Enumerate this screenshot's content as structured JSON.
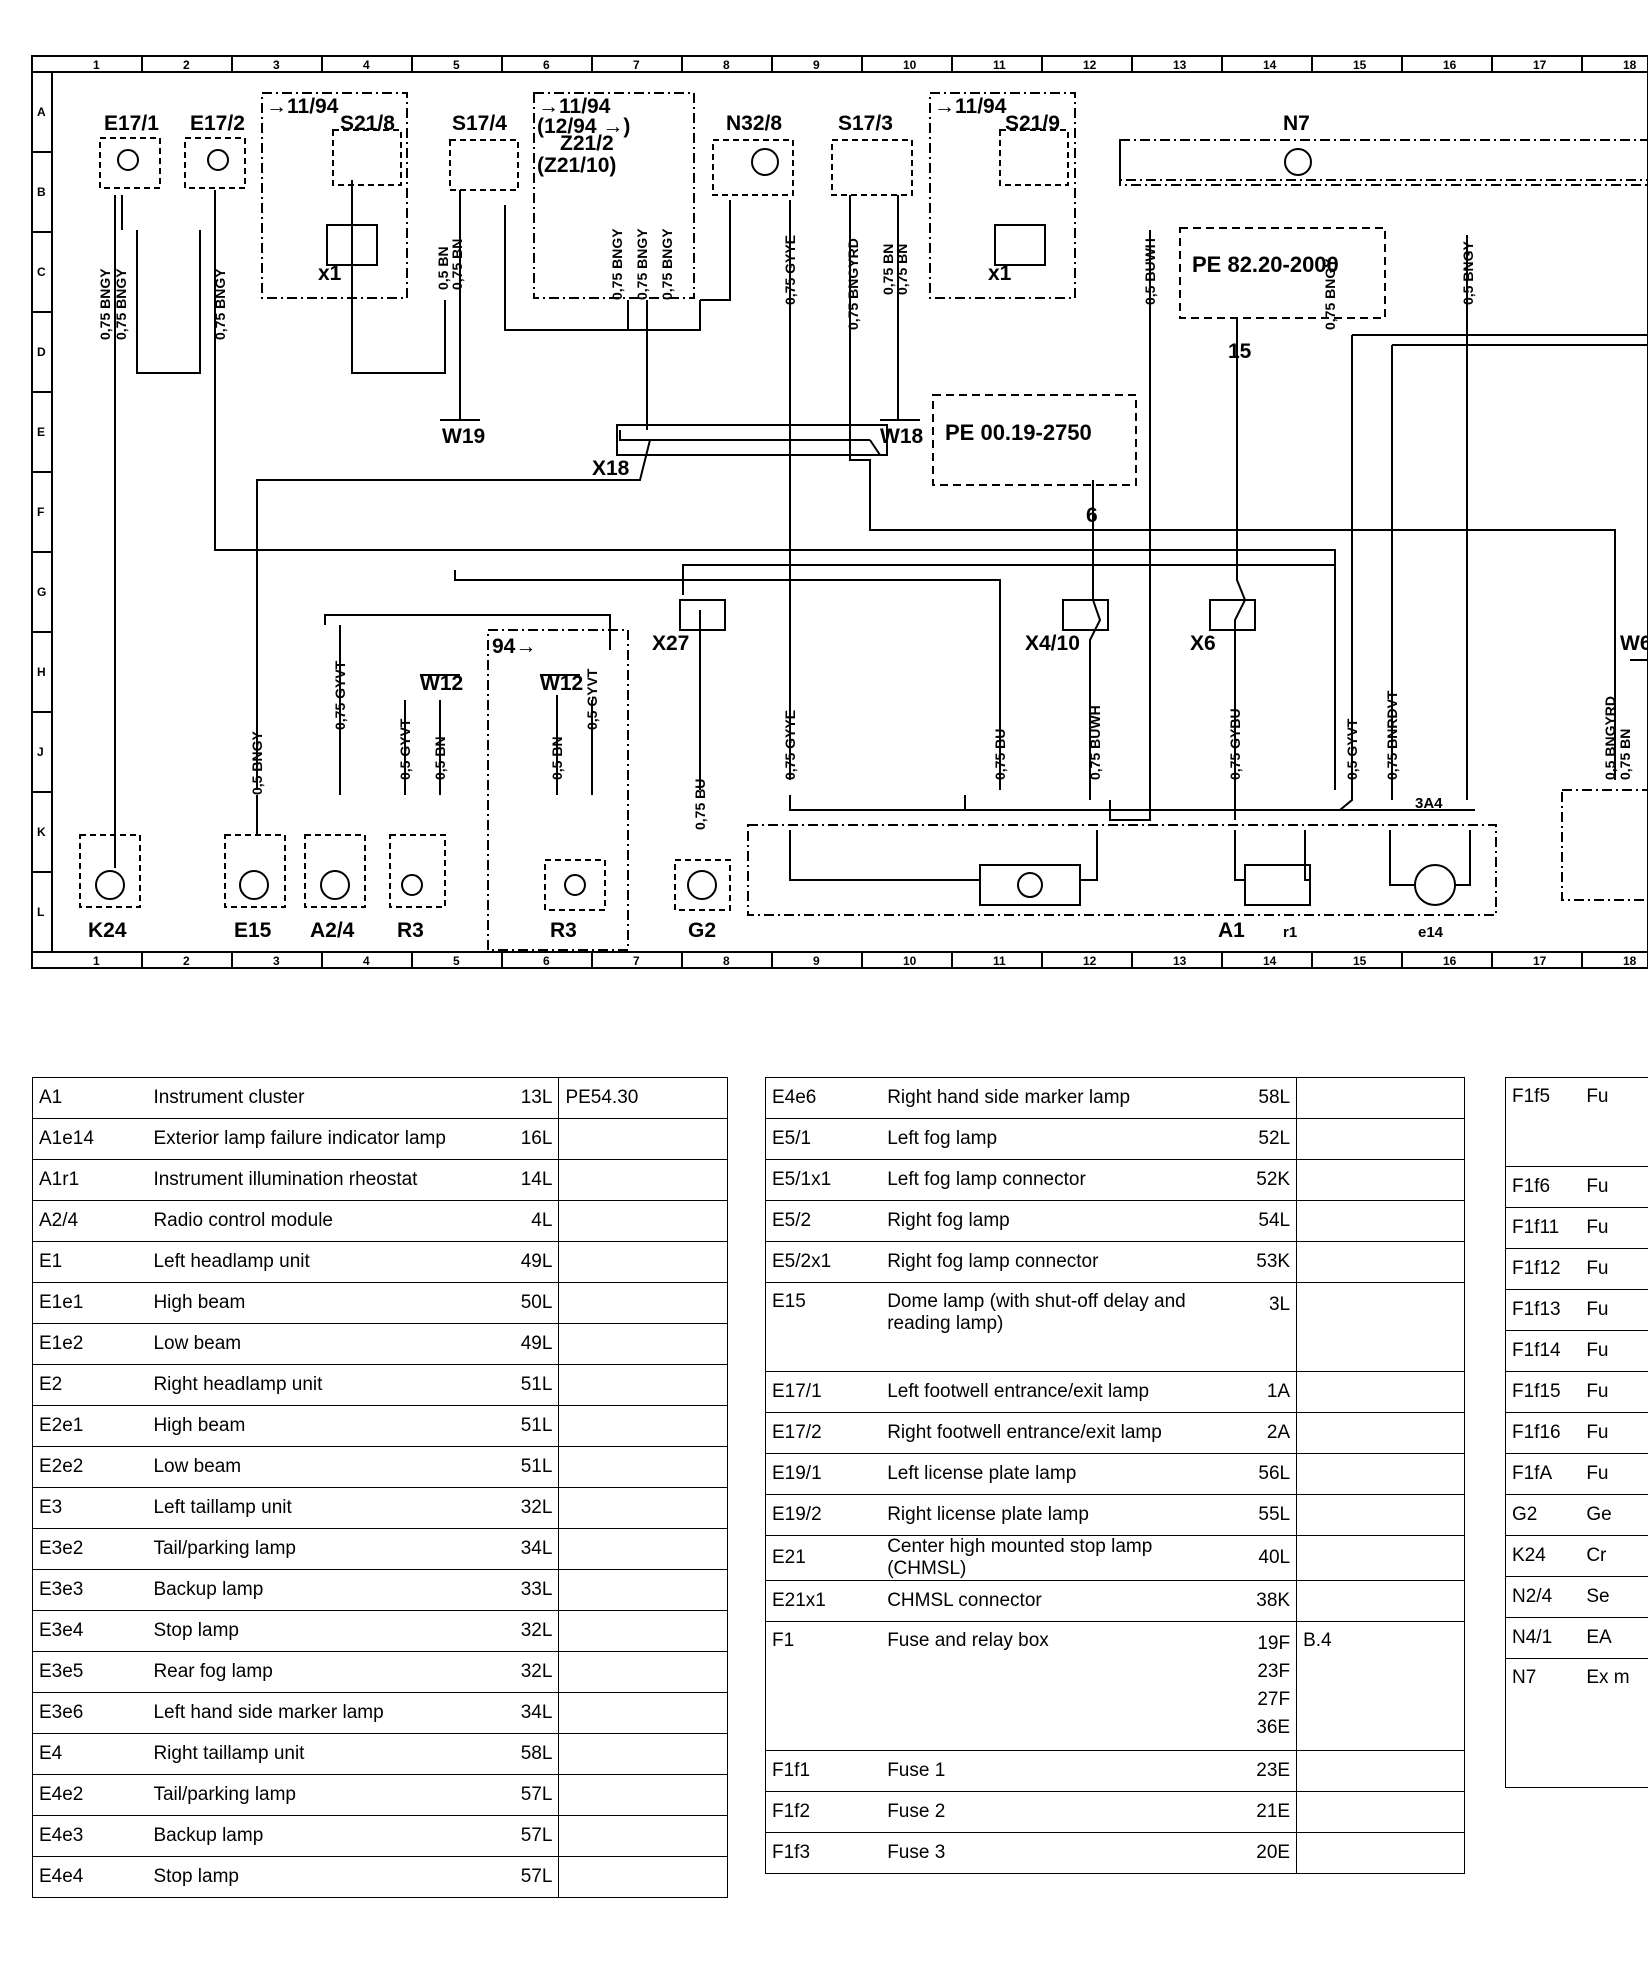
{
  "grid": {
    "columns": [
      "1",
      "2",
      "3",
      "4",
      "5",
      "6",
      "7",
      "8",
      "9",
      "10",
      "11",
      "12",
      "13",
      "14",
      "15",
      "16",
      "17",
      "18"
    ],
    "rows": [
      "A",
      "B",
      "C",
      "D",
      "E",
      "F",
      "G",
      "H",
      "J",
      "K",
      "L"
    ]
  },
  "components": {
    "e17_1": "E17/1",
    "e17_2": "E17/2",
    "s21_8": "S21/8",
    "s17_4": "S17/4",
    "z21_2": "Z21/2",
    "z21_10": "(Z21/10)",
    "n32_8": "N32/8",
    "s17_3": "S17/3",
    "s21_9": "S21/9",
    "n7": "N7",
    "w19": "W19",
    "x18": "X18",
    "w18": "W18",
    "x27": "X27",
    "x4_10": "X4/10",
    "x6": "X6",
    "w12a": "W12",
    "w12b": "W12",
    "w6": "W6",
    "k24": "K24",
    "e15": "E15",
    "a2_4": "A2/4",
    "r3a": "R3",
    "r3b": "R3",
    "g2": "G2",
    "a1": "A1",
    "r1": "r1",
    "e14": "e14",
    "a4": "3A4",
    "x1a": "x1",
    "x1b": "x1"
  },
  "date_notes": {
    "n1": "→11/94",
    "n2": "→11/94",
    "n3": "(12/94 →)",
    "n4": "→11/94",
    "n5": "94→"
  },
  "references": {
    "ref1": "PE 82.20-2000",
    "ref2": "PE 00.19-2750",
    "ref1_pin": "15",
    "ref2_pin": "6"
  },
  "wires": {
    "w_bngy1": "0,75 BNGY",
    "w_bngy2": "0,75 BNGY",
    "w_bngy3": "0,75 BNGY",
    "w_bn1": "0,5 BN",
    "w_bn2": "0,75 BN",
    "w_bngy4": "0,75 BNGY",
    "w_bngy5": "0,75 BNGY",
    "w_bngy6": "0,75 BNGY",
    "w_gyye1": "0,75 GYYE",
    "w_bngyrd1": "0,75 BNGYRD",
    "w_bn3": "0,75 BN",
    "w_bn4": "0,75 BN",
    "w_buwh1": "0,5 BUWH",
    "w_bngy7": "0,5 BNGY",
    "w_bngy8": "0,75 BNGY",
    "w_bngy9": "0,5 BNGY",
    "w_gyvt1": "0,75 GYVT",
    "w_gyvt2": "0,5 GYVT",
    "w_bn5": "0,5 BN",
    "w_bn6": "0,5 BN",
    "w_gyvt3": "0,5 GYVT",
    "w_bu1": "0,75 BU",
    "w_gyye2": "0,75 GYYE",
    "w_bu2": "0,75 BU",
    "w_buwh2": "0,75 BUWH",
    "w_gybu": "0,75 GYBU",
    "w_gyvt4": "0,5 GYVT",
    "w_bnrdvt": "0,75 BNRDVT",
    "w_bngyrd2": "0,5 BNGYRD",
    "w_bn7": "0,75 BN"
  },
  "legend": {
    "table1": [
      {
        "code": "A1",
        "desc": "Instrument cluster",
        "loc": "13L",
        "ref": "PE54.30"
      },
      {
        "code": "A1e14",
        "desc": "Exterior lamp failure indicator lamp",
        "loc": "16L",
        "ref": ""
      },
      {
        "code": "A1r1",
        "desc": "Instrument illumination rheostat",
        "loc": "14L",
        "ref": ""
      },
      {
        "code": "A2/4",
        "desc": "Radio control module",
        "loc": "4L",
        "ref": ""
      },
      {
        "code": "E1",
        "desc": "Left headlamp unit",
        "loc": "49L",
        "ref": ""
      },
      {
        "code": "E1e1",
        "desc": "High beam",
        "loc": "50L",
        "ref": ""
      },
      {
        "code": "E1e2",
        "desc": "Low beam",
        "loc": "49L",
        "ref": ""
      },
      {
        "code": "E2",
        "desc": "Right headlamp unit",
        "loc": "51L",
        "ref": ""
      },
      {
        "code": "E2e1",
        "desc": "High beam",
        "loc": "51L",
        "ref": ""
      },
      {
        "code": "E2e2",
        "desc": "Low beam",
        "loc": "51L",
        "ref": ""
      },
      {
        "code": "E3",
        "desc": "Left taillamp unit",
        "loc": "32L",
        "ref": ""
      },
      {
        "code": "E3e2",
        "desc": "Tail/parking lamp",
        "loc": "34L",
        "ref": ""
      },
      {
        "code": "E3e3",
        "desc": "Backup lamp",
        "loc": "33L",
        "ref": ""
      },
      {
        "code": "E3e4",
        "desc": "Stop lamp",
        "loc": "32L",
        "ref": ""
      },
      {
        "code": "E3e5",
        "desc": "Rear fog lamp",
        "loc": "32L",
        "ref": ""
      },
      {
        "code": "E3e6",
        "desc": "Left hand side marker lamp",
        "loc": "34L",
        "ref": ""
      },
      {
        "code": "E4",
        "desc": "Right taillamp unit",
        "loc": "58L",
        "ref": ""
      },
      {
        "code": "E4e2",
        "desc": "Tail/parking lamp",
        "loc": "57L",
        "ref": ""
      },
      {
        "code": "E4e3",
        "desc": "Backup lamp",
        "loc": "57L",
        "ref": ""
      },
      {
        "code": "E4e4",
        "desc": "Stop lamp",
        "loc": "57L",
        "ref": ""
      }
    ],
    "table2": [
      {
        "code": "E4e6",
        "desc": "Right hand side marker lamp",
        "loc": "58L",
        "ref": ""
      },
      {
        "code": "E5/1",
        "desc": "Left fog lamp",
        "loc": "52L",
        "ref": ""
      },
      {
        "code": "E5/1x1",
        "desc": "Left fog lamp connector",
        "loc": "52K",
        "ref": ""
      },
      {
        "code": "E5/2",
        "desc": "Right fog lamp",
        "loc": "54L",
        "ref": ""
      },
      {
        "code": "E5/2x1",
        "desc": "Right fog lamp connector",
        "loc": "53K",
        "ref": ""
      },
      {
        "code": "E15",
        "desc": "Dome lamp (with shut-off delay and reading lamp)",
        "loc": "3L",
        "ref": ""
      },
      {
        "code": "E17/1",
        "desc": "Left footwell entrance/exit lamp",
        "loc": "1A",
        "ref": ""
      },
      {
        "code": "E17/2",
        "desc": "Right footwell entrance/exit lamp",
        "loc": "2A",
        "ref": ""
      },
      {
        "code": "E19/1",
        "desc": "Left license plate lamp",
        "loc": "56L",
        "ref": ""
      },
      {
        "code": "E19/2",
        "desc": "Right license plate lamp",
        "loc": "55L",
        "ref": ""
      },
      {
        "code": "E21",
        "desc": "Center high mounted stop lamp (CHMSL)",
        "loc": "40L",
        "ref": ""
      },
      {
        "code": "E21x1",
        "desc": "CHMSL connector",
        "loc": "38K",
        "ref": ""
      },
      {
        "code": "F1",
        "desc": "Fuse and relay box",
        "loc": "19F 23F 27F 36E",
        "ref": "B.4"
      },
      {
        "code": "F1f1",
        "desc": "Fuse 1",
        "loc": "23E",
        "ref": ""
      },
      {
        "code": "F1f2",
        "desc": "Fuse 2",
        "loc": "21E",
        "ref": ""
      },
      {
        "code": "F1f3",
        "desc": "Fuse 3",
        "loc": "20E",
        "ref": ""
      }
    ],
    "table3": [
      {
        "code": "F1f5",
        "desc": "Fu"
      },
      {
        "code": "F1f6",
        "desc": "Fu"
      },
      {
        "code": "F1f11",
        "desc": "Fu"
      },
      {
        "code": "F1f12",
        "desc": "Fu"
      },
      {
        "code": "F1f13",
        "desc": "Fu"
      },
      {
        "code": "F1f14",
        "desc": "Fu"
      },
      {
        "code": "F1f15",
        "desc": "Fu"
      },
      {
        "code": "F1f16",
        "desc": "Fu"
      },
      {
        "code": "F1fA",
        "desc": "Fu"
      },
      {
        "code": "G2",
        "desc": "Ge"
      },
      {
        "code": "K24",
        "desc": "Cr"
      },
      {
        "code": "N2/4",
        "desc": "Se"
      },
      {
        "code": "N4/1",
        "desc": "EA"
      },
      {
        "code": "N7",
        "desc": "Ex m"
      }
    ]
  }
}
